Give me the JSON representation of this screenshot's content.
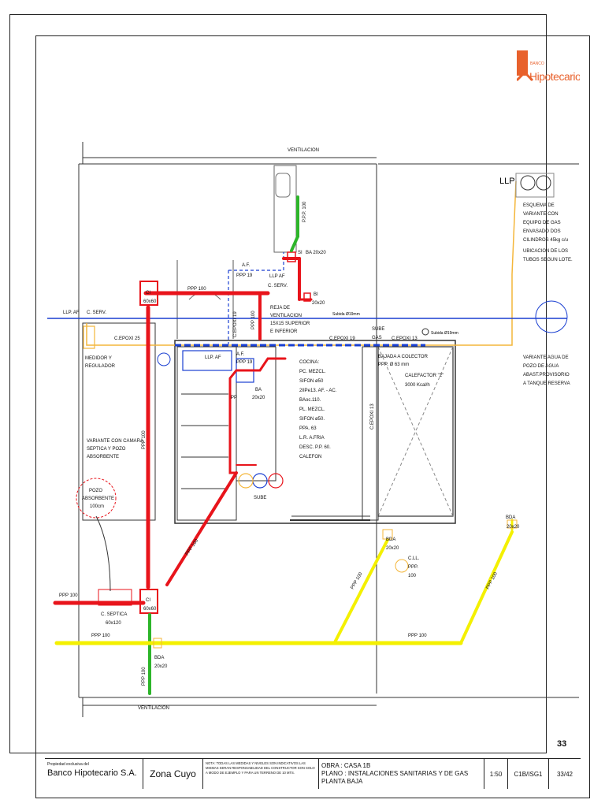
{
  "logo": {
    "bank_small": "BANCO",
    "bank_name": "Hipotecario"
  },
  "page_number": "33",
  "plan": {
    "ventilacion_top": "VENTILACION",
    "ventilacion_bottom": "VENTILACION",
    "ppp100_top": "P.P.P. 100",
    "llp": "LLP",
    "gas_note": [
      "ESQUEMA DE",
      "VARIANTE CON",
      "EQUIPO DE GAS",
      "ENVASADO DOS",
      "CILINDROS 45kg c/u",
      "UBICACION DE LOS",
      "TUBOS SEGUN LOTE."
    ],
    "si_ba": "SI",
    "ba_2020_top": "BA 20x20",
    "af_ppp19": "A.F.",
    "ppp19": "PPP 19",
    "llp_af_cserv": "LLP AF",
    "cserv": "C. SERV.",
    "ci_top": "CI",
    "ci_top_size": "60x60",
    "ppp100_a": "PPP 100",
    "ppp100_vert_a": "PPP 100",
    "bi_label": "BI",
    "bi_size": "20x20",
    "llp_af_left": "LLP. AF",
    "cserv_left": "C. SERV.",
    "reja": [
      "REJA DE",
      "VENTILACION",
      "15X15 SUPERIOR",
      "E INFERIOR"
    ],
    "subida": "Subida Ø19mm",
    "cepoxi25": "C.EPOXI 25",
    "cepoxi19_a": "C.EPOXI 19",
    "cepoxi19_b": "C.EPOXI 19",
    "sube_gas": [
      "SUBE",
      "GAS"
    ],
    "cepoxi13": "C.EPOXI 13",
    "subida_s": "Subida Ø19mm",
    "medidor": [
      "MEDIDOR Y",
      "REGULADOR"
    ],
    "llp_af_mid": "LLP. AF",
    "af_mid": "A.F.",
    "ppp19_mid": "PPP 19",
    "bajada": [
      "BAJADA A COLECTOR",
      "PPP. Ø 63 mm"
    ],
    "cocina": [
      "COCINA:",
      "PC. MEZCL.",
      "SIFON ø50",
      "2IIPe13. AF. - AC.",
      "BAoc.110.",
      "PL. MEZCL.",
      "SIFON ø50.",
      "PPA. 63",
      "L.R. A.FRIA",
      "DESC. P.P. 60.",
      "CALEFON"
    ],
    "calefactor": [
      "CALEFACTOR \"2\"",
      "3000 Kcal/h"
    ],
    "cepoxi13_vert": "C.EPOXI 13",
    "ba_mid": "BA",
    "ba_mid_size": "20x20",
    "pp_label": "PP",
    "variante_pozo": [
      "VARIANTE AGUA DE",
      "POZO DE AGUA",
      "ABAST.PROVISORIO",
      "A TANQUE RESERVA"
    ],
    "variante_camara": [
      "VARIANTE CON CAMARA",
      "SEPTICA Y POZO",
      "ABSORBENTE"
    ],
    "pozo": [
      "POZO",
      "ABSORBENTE",
      "100cm"
    ],
    "ppp100_vert_left": "PPP 100",
    "sube": "SUBE",
    "ppp100_diag": "PPP 100",
    "bda_right": "BDA",
    "bda_right_size": "20x20",
    "bda_mid": "BDA",
    "bda_mid_size": "20x20",
    "cll": [
      "C.LL.",
      "PPP.",
      "100"
    ],
    "ppp100_diag2": "PPP 100",
    "ppp100_diag3": "PPP 100",
    "ppp100_left": "PPP 100",
    "ci_bottom": "CI",
    "ci_bottom_size": "60x60",
    "septica": [
      "C. SEPTICA",
      "60x120"
    ],
    "ppp100_bottom_left": "PPP 100",
    "ppp100_bottom_mid": "PPP 100",
    "ppp100_vert_bottom": "PPP 100",
    "bda_bottom": "BDA",
    "bda_bottom_size": "20x20"
  },
  "titleblock": {
    "owner_small": "Propiedad exclusiva del",
    "owner": "Banco Hipotecario S.A.",
    "zone": "Zona Cuyo",
    "note": "NOTA: TODAS LAS MEDIDAS Y NIVELES SON INDICATIVOS LAS MISMAS SERAN RESPONSABILIDAD DEL CONSTRUCTOR SON SOLO A MODO DE EJEMPLO Y PARA UN TERRENO DE 10 MTS.",
    "obra_label": "OBRA :",
    "obra": "CASA 1B",
    "plano_label": "PLANO :",
    "plano": "INSTALACIONES SANITARIAS Y DE GAS PLANTA BAJA",
    "scale": "1:50",
    "code": "C1B/ISG1",
    "sheet": "33/42"
  },
  "colors": {
    "sewer": "#e8141b",
    "yellow": "#f4f000",
    "blue": "#1a3fd1",
    "green": "#2db52a",
    "gas": "#f4b63a"
  }
}
